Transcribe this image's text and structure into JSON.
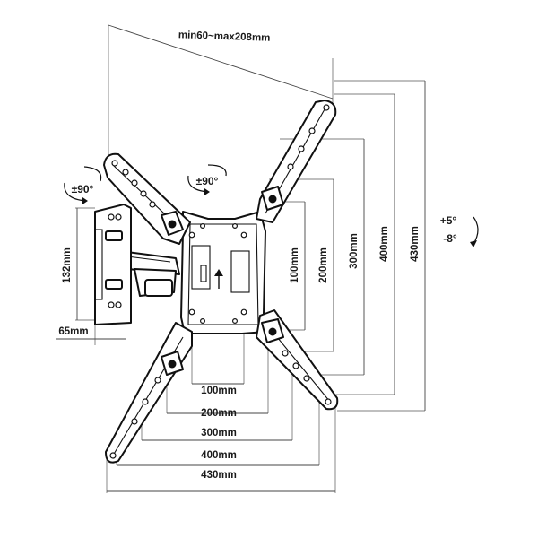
{
  "dimensions": {
    "arm_extension": "min60~max208mm",
    "width_100": "100mm",
    "width_200": "200mm",
    "width_300": "300mm",
    "width_400": "400mm",
    "width_430": "430mm",
    "height_100": "100mm",
    "height_200": "200mm",
    "height_300": "300mm",
    "height_400": "400mm",
    "height_430": "430mm",
    "wall_plate_height": "132mm",
    "wall_plate_depth": "65mm"
  },
  "rotation": {
    "wall_swivel": "±90°",
    "screen_rotation": "±90°",
    "tilt_up": "+5°",
    "tilt_down": "-8°"
  },
  "colors": {
    "line": "#111111",
    "dimension_line": "#444444"
  },
  "icons": {
    "swivel": "rotate-arrow-icon",
    "tilt": "tilt-arrow-icon",
    "orientation": "up-arrow-icon"
  }
}
